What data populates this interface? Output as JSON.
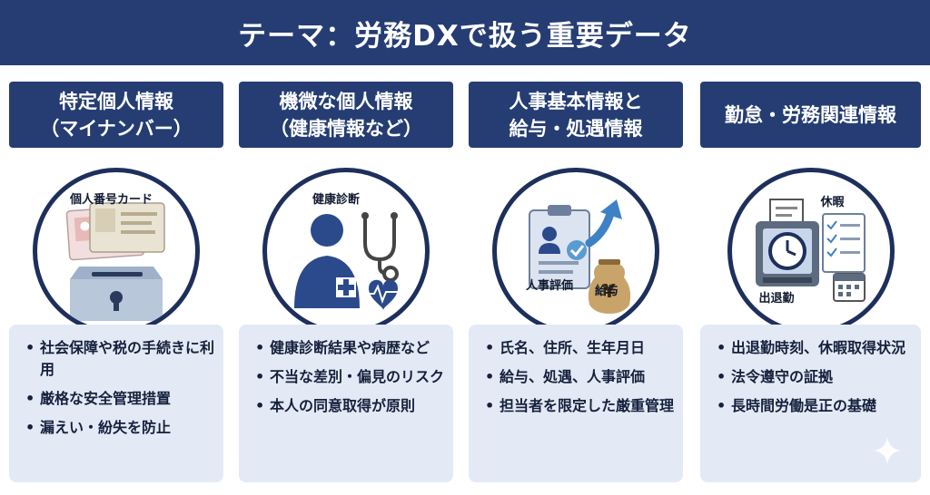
{
  "title": "テーマ：労務DXで扱う重要データ",
  "columns": [
    {
      "header": [
        "特定個人情報",
        "（マイナンバー）"
      ],
      "illustration": {
        "label": "個人番号カード",
        "icon": "id-card-ballot-box-icon"
      },
      "bullets": [
        "社会保障や税の手続きに利用",
        "厳格な安全管理措置",
        "漏えい・紛失を防止"
      ]
    },
    {
      "header": [
        "機微な個人情報",
        "（健康情報など）"
      ],
      "illustration": {
        "label": "健康診断",
        "icon": "health-check-icon"
      },
      "bullets": [
        "健康診断結果や病歴など",
        "不当な差別・偏見のリスク",
        "本人の同意取得が原則"
      ]
    },
    {
      "header": [
        "人事基本情報と",
        "給与・処遇情報"
      ],
      "illustration": {
        "labels": [
          "人事評価",
          "給与"
        ],
        "icon": "hr-evaluation-salary-icon"
      },
      "bullets": [
        "氏名、住所、生年月日",
        "給与、処遇、人事評価",
        "担当者を限定した厳重管理"
      ]
    },
    {
      "header": [
        "勤怠・労務関連情報"
      ],
      "illustration": {
        "labels": [
          "休暇",
          "出退勤"
        ],
        "icon": "attendance-clock-icon"
      },
      "bullets": [
        "出退勤時刻、休暇取得状況",
        "法令遵守の証拠",
        "長時間労働是正の基礎"
      ]
    }
  ],
  "colors": {
    "navy": "#253d73",
    "box_bg": "#e3eaf5",
    "circle_border": "#1d2f5c"
  }
}
